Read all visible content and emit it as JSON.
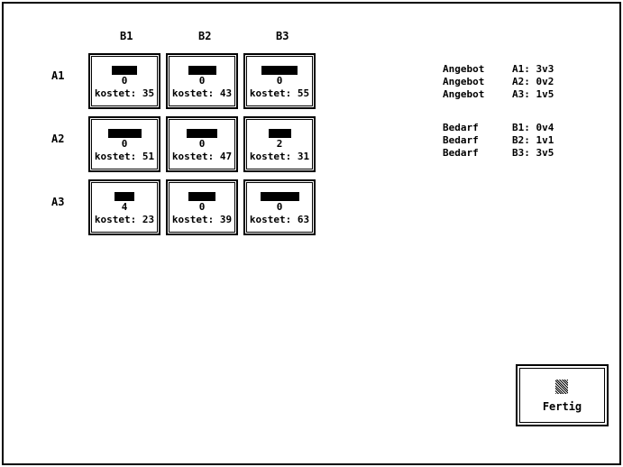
{
  "columns": [
    "B1",
    "B2",
    "B3"
  ],
  "rows": [
    "A1",
    "A2",
    "A3"
  ],
  "cells": [
    [
      {
        "qty": "0",
        "cost": "kostet: 35",
        "bar_fraction": 0.37
      },
      {
        "qty": "0",
        "cost": "kostet: 43",
        "bar_fraction": 0.41
      },
      {
        "qty": "0",
        "cost": "kostet: 55",
        "bar_fraction": 0.53
      }
    ],
    [
      {
        "qty": "0",
        "cost": "kostet: 51",
        "bar_fraction": 0.49
      },
      {
        "qty": "0",
        "cost": "kostet: 47",
        "bar_fraction": 0.45
      },
      {
        "qty": "2",
        "cost": "kostet: 31",
        "bar_fraction": 0.33
      }
    ],
    [
      {
        "qty": "4",
        "cost": "kostet: 23",
        "bar_fraction": 0.29
      },
      {
        "qty": "0",
        "cost": "kostet: 39",
        "bar_fraction": 0.39
      },
      {
        "qty": "0",
        "cost": "kostet: 63",
        "bar_fraction": 0.57
      }
    ]
  ],
  "angebot": [
    {
      "label": "Angebot",
      "value": "A1: 3v3"
    },
    {
      "label": "Angebot",
      "value": "A2: 0v2"
    },
    {
      "label": "Angebot",
      "value": "A3: 1v5"
    }
  ],
  "bedarf": [
    {
      "label": "Bedarf",
      "value": "B1: 0v4"
    },
    {
      "label": "Bedarf",
      "value": "B2: 1v1"
    },
    {
      "label": "Bedarf",
      "value": "B3: 3v5"
    }
  ],
  "fertig_button": {
    "label": "Fertig",
    "icon": "dither-icon"
  }
}
